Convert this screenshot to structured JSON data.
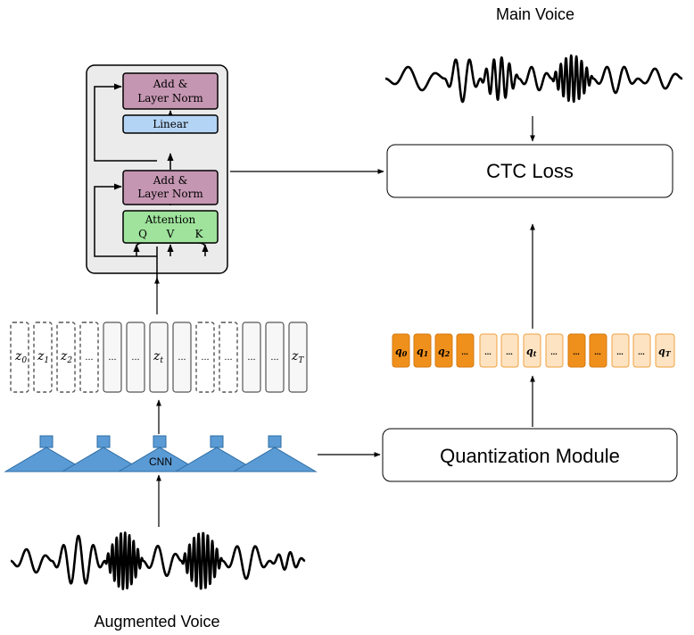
{
  "labels": {
    "main_voice": "Main Voice",
    "augmented_voice": "Augmented Voice",
    "ctc_loss": "CTC Loss",
    "quantization_module": "Quantization Module",
    "cnn": "CNN"
  },
  "transformer": {
    "add_norm_top_line1": "Add &",
    "add_norm_top_line2": "Layer Norm",
    "linear": "Linear",
    "add_norm_bottom_line1": "Add &",
    "add_norm_bottom_line2": "Layer Norm",
    "attention": "Attention",
    "q": "Q",
    "v": "V",
    "k": "K"
  },
  "latents": {
    "z0_base": "z",
    "z0_sub": "0",
    "z1_base": "z",
    "z1_sub": "1",
    "z2_base": "z",
    "z2_sub": "2",
    "zt_base": "z",
    "zt_sub": "t",
    "zT_base": "z",
    "zT_sub": "T",
    "ellipsis": "..."
  },
  "quantized": {
    "q0_base": "q",
    "q0_sub": "0",
    "q1_base": "q",
    "q1_sub": "1",
    "q2_base": "q",
    "q2_sub": "2",
    "qt_base": "q",
    "qt_sub": "t",
    "qT_base": "q",
    "qT_sub": "T",
    "ellipsis": "..."
  },
  "colors": {
    "add_norm": "#c596b2",
    "linear": "#b3d4f5",
    "attention": "#9fe39c",
    "transformer_bg": "#ebebeb",
    "cnn_blue": "#5b9bd5",
    "q_filled": "#f0901c",
    "q_light": "#fde3c2"
  }
}
